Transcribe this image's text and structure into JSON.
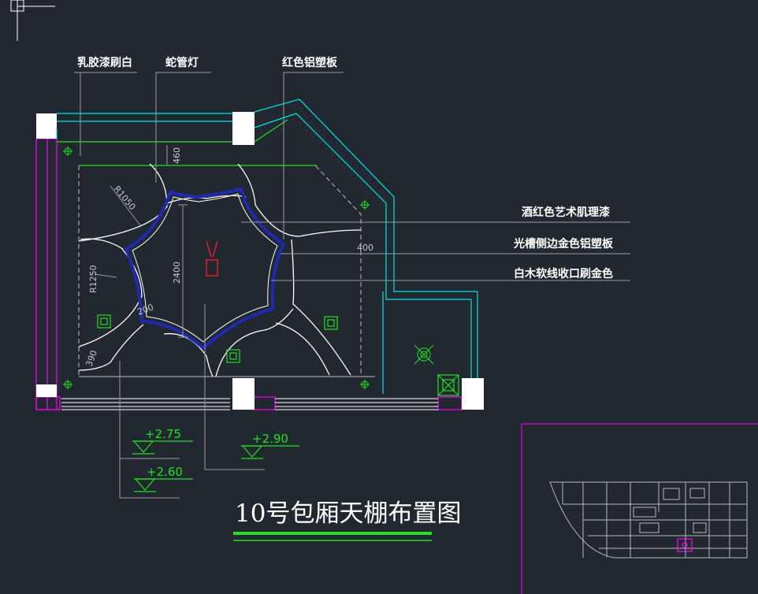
{
  "drawing": {
    "title": "10号包厢天棚布置图",
    "labels": {
      "latex_paint": "乳胶漆刷白",
      "rope_light": "蛇管灯",
      "red_aluminum_panel": "红色铝塑板",
      "wine_red_paint": "酒红色艺术肌理漆",
      "gold_aluminum_panel": "光槽侧边金色铝塑板",
      "white_wood_trim": "白木软线收口刷金色"
    },
    "dimensions": {
      "d460": "460",
      "d400": "400",
      "d2400": "2400",
      "r1050": "R1050",
      "r1250": "R1250",
      "d200": "200",
      "d390": "390"
    },
    "elevations": {
      "e275": "+2.75",
      "e260": "+2.60",
      "e290": "+2.90"
    }
  },
  "colors": {
    "background": "#212830",
    "wall": "#ff00ff",
    "cyan": "#00e5e5",
    "green": "#22e022",
    "blue": "#1818aa",
    "red": "#ff2020",
    "white": "#ffffff"
  }
}
